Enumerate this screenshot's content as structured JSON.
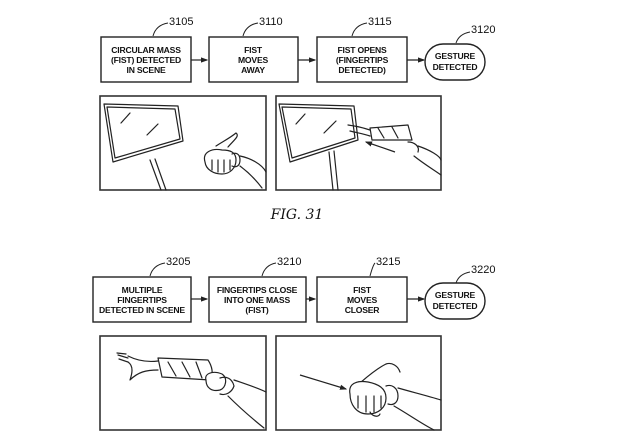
{
  "figures": [
    {
      "caption": "FIG.  31",
      "steps": [
        {
          "ref": "3105",
          "shape": "rect",
          "lines": [
            "CIRCULAR MASS",
            "(FIST) DETECTED",
            "IN SCENE"
          ]
        },
        {
          "ref": "3110",
          "shape": "rect",
          "lines": [
            "FIST",
            "MOVES",
            "AWAY"
          ]
        },
        {
          "ref": "3115",
          "shape": "rect",
          "lines": [
            "FIST OPENS",
            "(FINGERTIPS",
            "DETECTED)"
          ]
        },
        {
          "ref": "3120",
          "shape": "oval",
          "lines": [
            "GESTURE",
            "DETECTED"
          ]
        }
      ],
      "panels": [
        {
          "name": "panel-fist-near-display",
          "description": "Display on stand with closed fist nearby"
        },
        {
          "name": "panel-hand-opens-toward-display",
          "description": "Hand opens with fingertips reaching toward display, arrow pointing left"
        }
      ]
    },
    {
      "caption": "",
      "steps": [
        {
          "ref": "3205",
          "shape": "rect",
          "lines": [
            "MULTIPLE",
            "FINGERTIPS",
            "DETECTED IN SCENE"
          ]
        },
        {
          "ref": "3210",
          "shape": "rect",
          "lines": [
            "FINGERTIPS CLOSE",
            "INTO ONE MASS",
            "(FIST)"
          ]
        },
        {
          "ref": "3215",
          "shape": "rect",
          "lines": [
            "FIST",
            "MOVES",
            "CLOSER"
          ]
        },
        {
          "ref": "3220",
          "shape": "oval",
          "lines": [
            "GESTURE",
            "DETECTED"
          ]
        }
      ],
      "panels": [
        {
          "name": "panel-open-hand-extended",
          "description": "Extended arm with open fingers"
        },
        {
          "name": "panel-fist-moves-closer",
          "description": "Closed fist with arrow pointing toward it"
        }
      ]
    }
  ]
}
